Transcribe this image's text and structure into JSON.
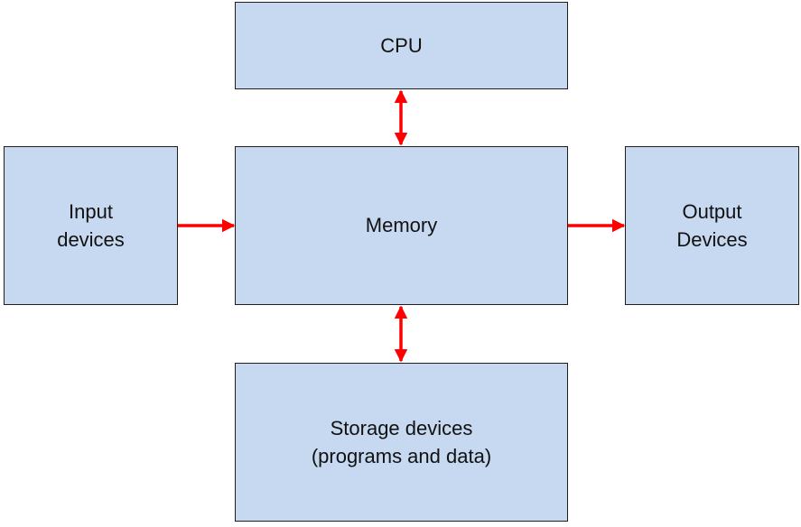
{
  "diagram": {
    "nodes": {
      "cpu": {
        "lines": [
          "CPU"
        ]
      },
      "memory": {
        "lines": [
          "Memory"
        ]
      },
      "input": {
        "lines": [
          "Input",
          "devices"
        ]
      },
      "output": {
        "lines": [
          "Output",
          "Devices"
        ]
      },
      "storage": {
        "lines": [
          "Storage devices",
          "(programs and data)"
        ]
      }
    },
    "edges": [
      {
        "from": "input",
        "to": "memory",
        "direction": "one-way"
      },
      {
        "from": "memory",
        "to": "output",
        "direction": "one-way"
      },
      {
        "from": "cpu",
        "to": "memory",
        "direction": "two-way"
      },
      {
        "from": "memory",
        "to": "storage",
        "direction": "two-way"
      }
    ],
    "colors": {
      "box_fill": "#c6d9f1",
      "box_border": "#1f1f1f",
      "arrow": "#ff0000",
      "text": "#111111"
    }
  }
}
